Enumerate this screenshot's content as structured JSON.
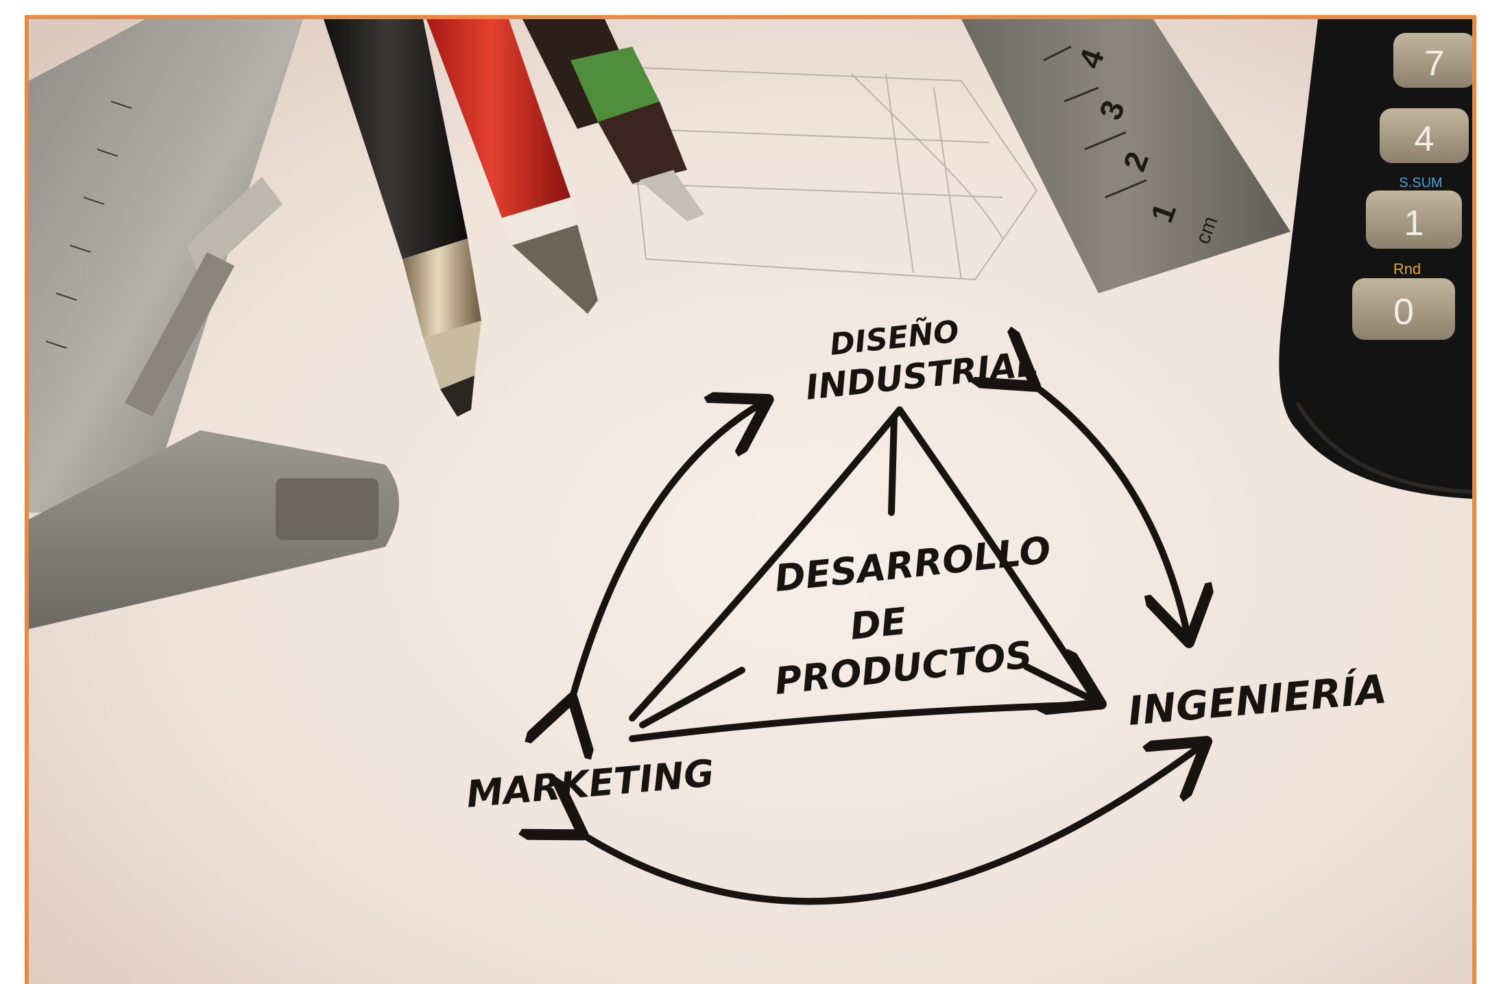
{
  "frame": {
    "border_color": "#ea8a42"
  },
  "diagram": {
    "top_label_line1": "DISEÑO",
    "top_label_line2": "INDUSTRIAL",
    "center_line1": "DESARROLLO",
    "center_line2": "DE",
    "center_line3": "PRODUCTOS",
    "left_label": "MARKETING",
    "right_label": "INGENIERÍA",
    "ink_color": "#171310"
  },
  "props": {
    "calculator_keys": [
      "7",
      "4",
      "1",
      "0"
    ],
    "calculator_key_caption_1": "S.SUM",
    "calculator_key_caption_2": "Rnd",
    "ruler_numbers": [
      "4",
      "3",
      "2",
      "1"
    ],
    "ruler_unit": "cm"
  }
}
